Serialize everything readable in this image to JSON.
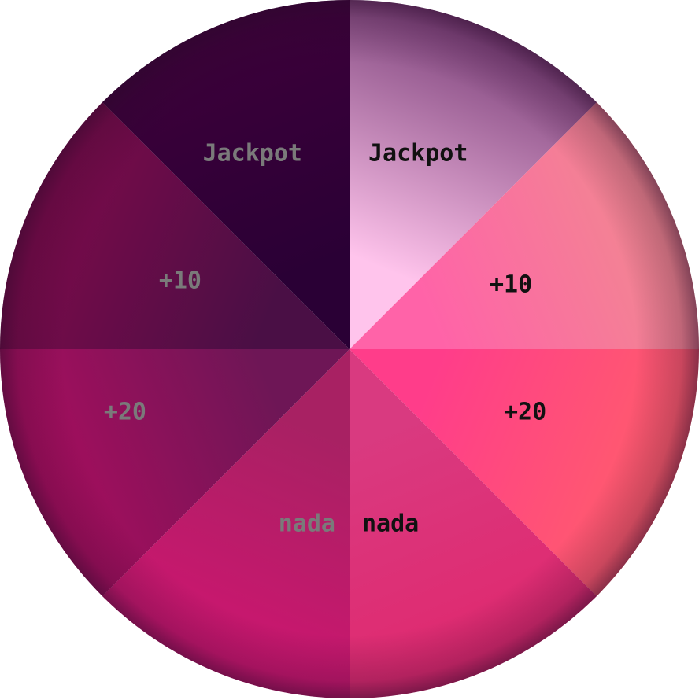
{
  "wheel": {
    "segments": [
      {
        "label": "Jackpot",
        "color_inner": "#ffc4ec",
        "color_outer": "#7a3f78",
        "text_color": "#111111"
      },
      {
        "label": "+10",
        "color_inner": "#ff63a8",
        "color_outer": "#f08a8f",
        "text_color": "#111111"
      },
      {
        "label": "+20",
        "color_inner": "#ff3d8a",
        "color_outer": "#ff5f6a",
        "text_color": "#111111"
      },
      {
        "label": "nada",
        "color_inner": "#d93a80",
        "color_outer": "#e0286e",
        "text_color": "#111111"
      },
      {
        "label": "nada",
        "color_inner": "#a82163",
        "color_outer": "#d01571",
        "text_color": "#7a7a7a"
      },
      {
        "label": "+20",
        "color_inner": "#6e1656",
        "color_outer": "#ab0d5e",
        "text_color": "#7a7a7a"
      },
      {
        "label": "+10",
        "color_inner": "#4a0f45",
        "color_outer": "#7d0a4a",
        "text_color": "#7a7a7a"
      },
      {
        "label": "Jackpot",
        "color_inner": "#2a0035",
        "color_outer": "#3d003a",
        "text_color": "#7a7a7a"
      }
    ],
    "rim_shade": "#2a0a2a"
  }
}
